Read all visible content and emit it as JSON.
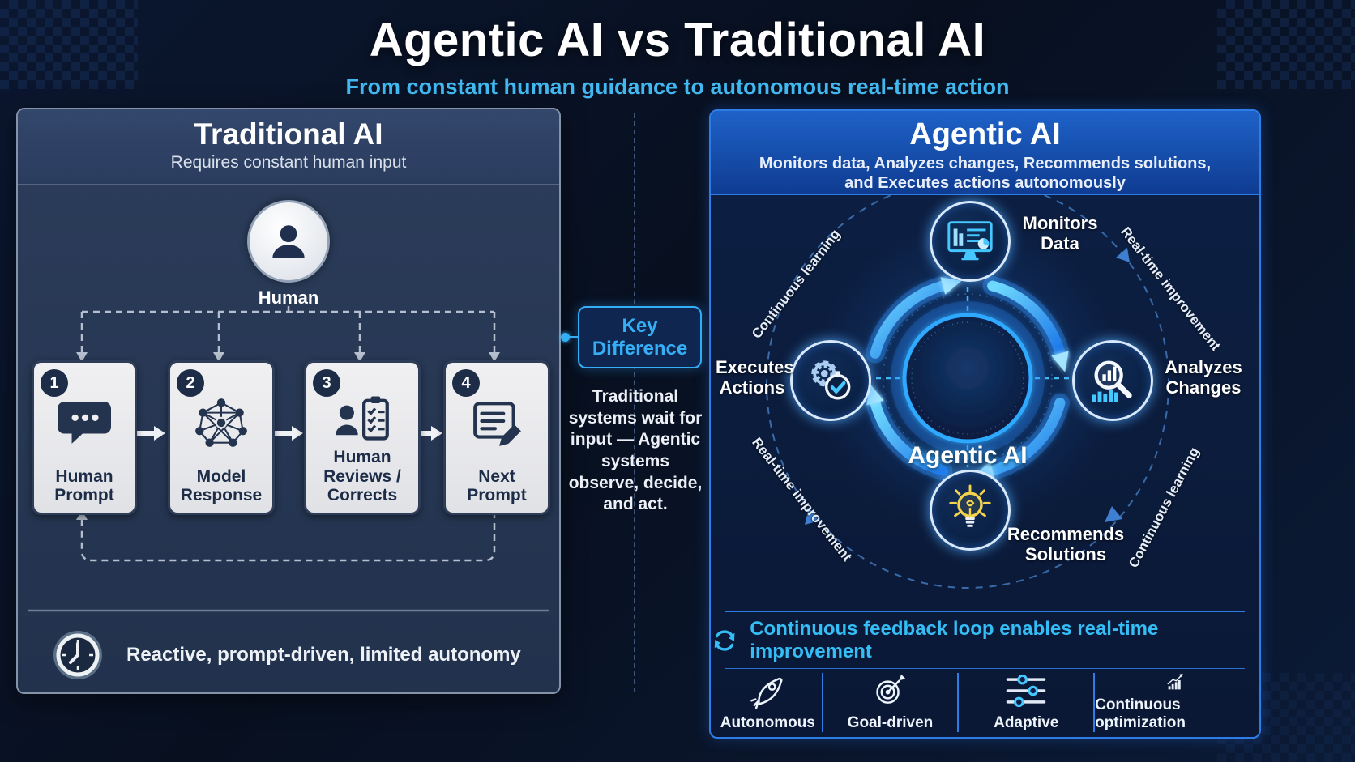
{
  "page": {
    "title": "Agentic AI vs Traditional AI",
    "subtitle": "From constant human guidance to autonomous real-time action"
  },
  "traditional": {
    "title": "Traditional AI",
    "subtitle": "Requires constant human input",
    "human_label": "Human",
    "steps": [
      {
        "number": "1",
        "icon": "chat-bubble-icon",
        "label": "Human Prompt"
      },
      {
        "number": "2",
        "icon": "neural-network-icon",
        "label": "Model Response"
      },
      {
        "number": "3",
        "icon": "human-review-checklist-icon",
        "label": "Human Reviews / Corrects"
      },
      {
        "number": "4",
        "icon": "document-edit-icon",
        "label": "Next Prompt"
      }
    ],
    "footer_note": "Reactive, prompt-driven, limited autonomy"
  },
  "key_difference": {
    "label": "Key Difference",
    "description": "Traditional systems wait for input — Agentic systems observe, decide, and act."
  },
  "agentic": {
    "title": "Agentic AI",
    "subtitle": "Monitors data, Analyzes changes, Recommends solutions, and Executes actions autonomously",
    "center_label": "Agentic AI",
    "cycle_nodes": [
      {
        "icon": "monitor-dashboard-icon",
        "label": "Monitors Data",
        "position": "top"
      },
      {
        "icon": "magnifier-bar-chart-icon",
        "label": "Analyzes Changes",
        "position": "right"
      },
      {
        "icon": "lightbulb-icon",
        "label": "Recommends Solutions",
        "position": "bottom"
      },
      {
        "icon": "gear-check-icon",
        "label": "Executes Actions",
        "position": "left"
      }
    ],
    "ring_labels": {
      "top_left": "Continuous learning",
      "top_right": "Real-time improvement",
      "bottom_left": "Real-time improvement",
      "bottom_right": "Continuous learning"
    },
    "feedback_note": "Continuous feedback loop enables real-time improvement",
    "badges": [
      {
        "icon": "rocket-icon",
        "label": "Autonomous"
      },
      {
        "icon": "target-icon",
        "label": "Goal-driven"
      },
      {
        "icon": "sliders-icon",
        "label": "Adaptive"
      },
      {
        "icon": "growth-chart-icon",
        "label": "Continuous optimization"
      }
    ]
  },
  "colors": {
    "accent_cyan": "#36aef5",
    "accent_blue": "#2e7de6",
    "card_light": "#ececee",
    "ink_dark": "#1d2c47",
    "bulb_yellow": "#f4d44d"
  }
}
